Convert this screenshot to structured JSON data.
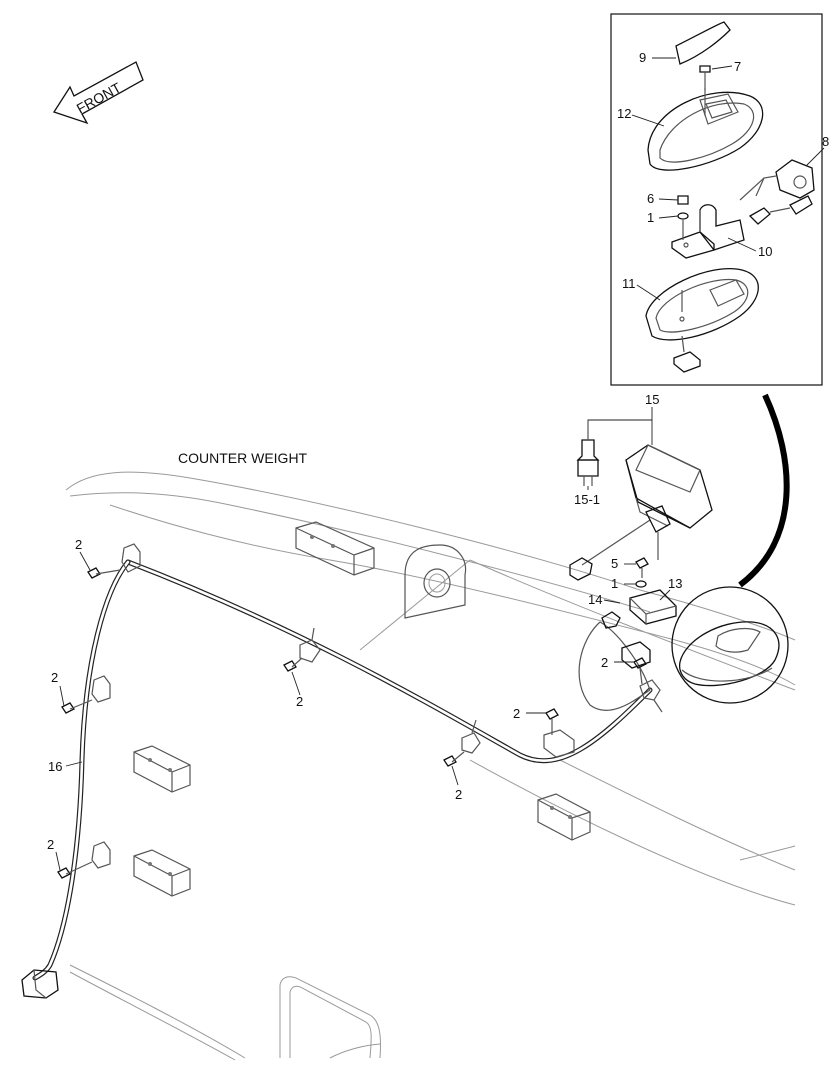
{
  "diagram": {
    "direction_arrow": {
      "label": "FRONT",
      "icon": "arrow-left-icon"
    },
    "section_heading": "COUNTER WEIGHT",
    "callouts": {
      "c9": "9",
      "c7": "7",
      "c12": "12",
      "c8": "8",
      "c6": "6",
      "c1a": "1",
      "c10": "10",
      "c11": "11",
      "c15": "15",
      "c15_1": "15-1",
      "c5": "5",
      "c1b": "1",
      "c13": "13",
      "c14": "14",
      "c2a": "2",
      "c2b": "2",
      "c2c": "2",
      "c2d": "2",
      "c2e": "2",
      "c2f": "2",
      "c2g": "2",
      "c16": "16"
    }
  }
}
